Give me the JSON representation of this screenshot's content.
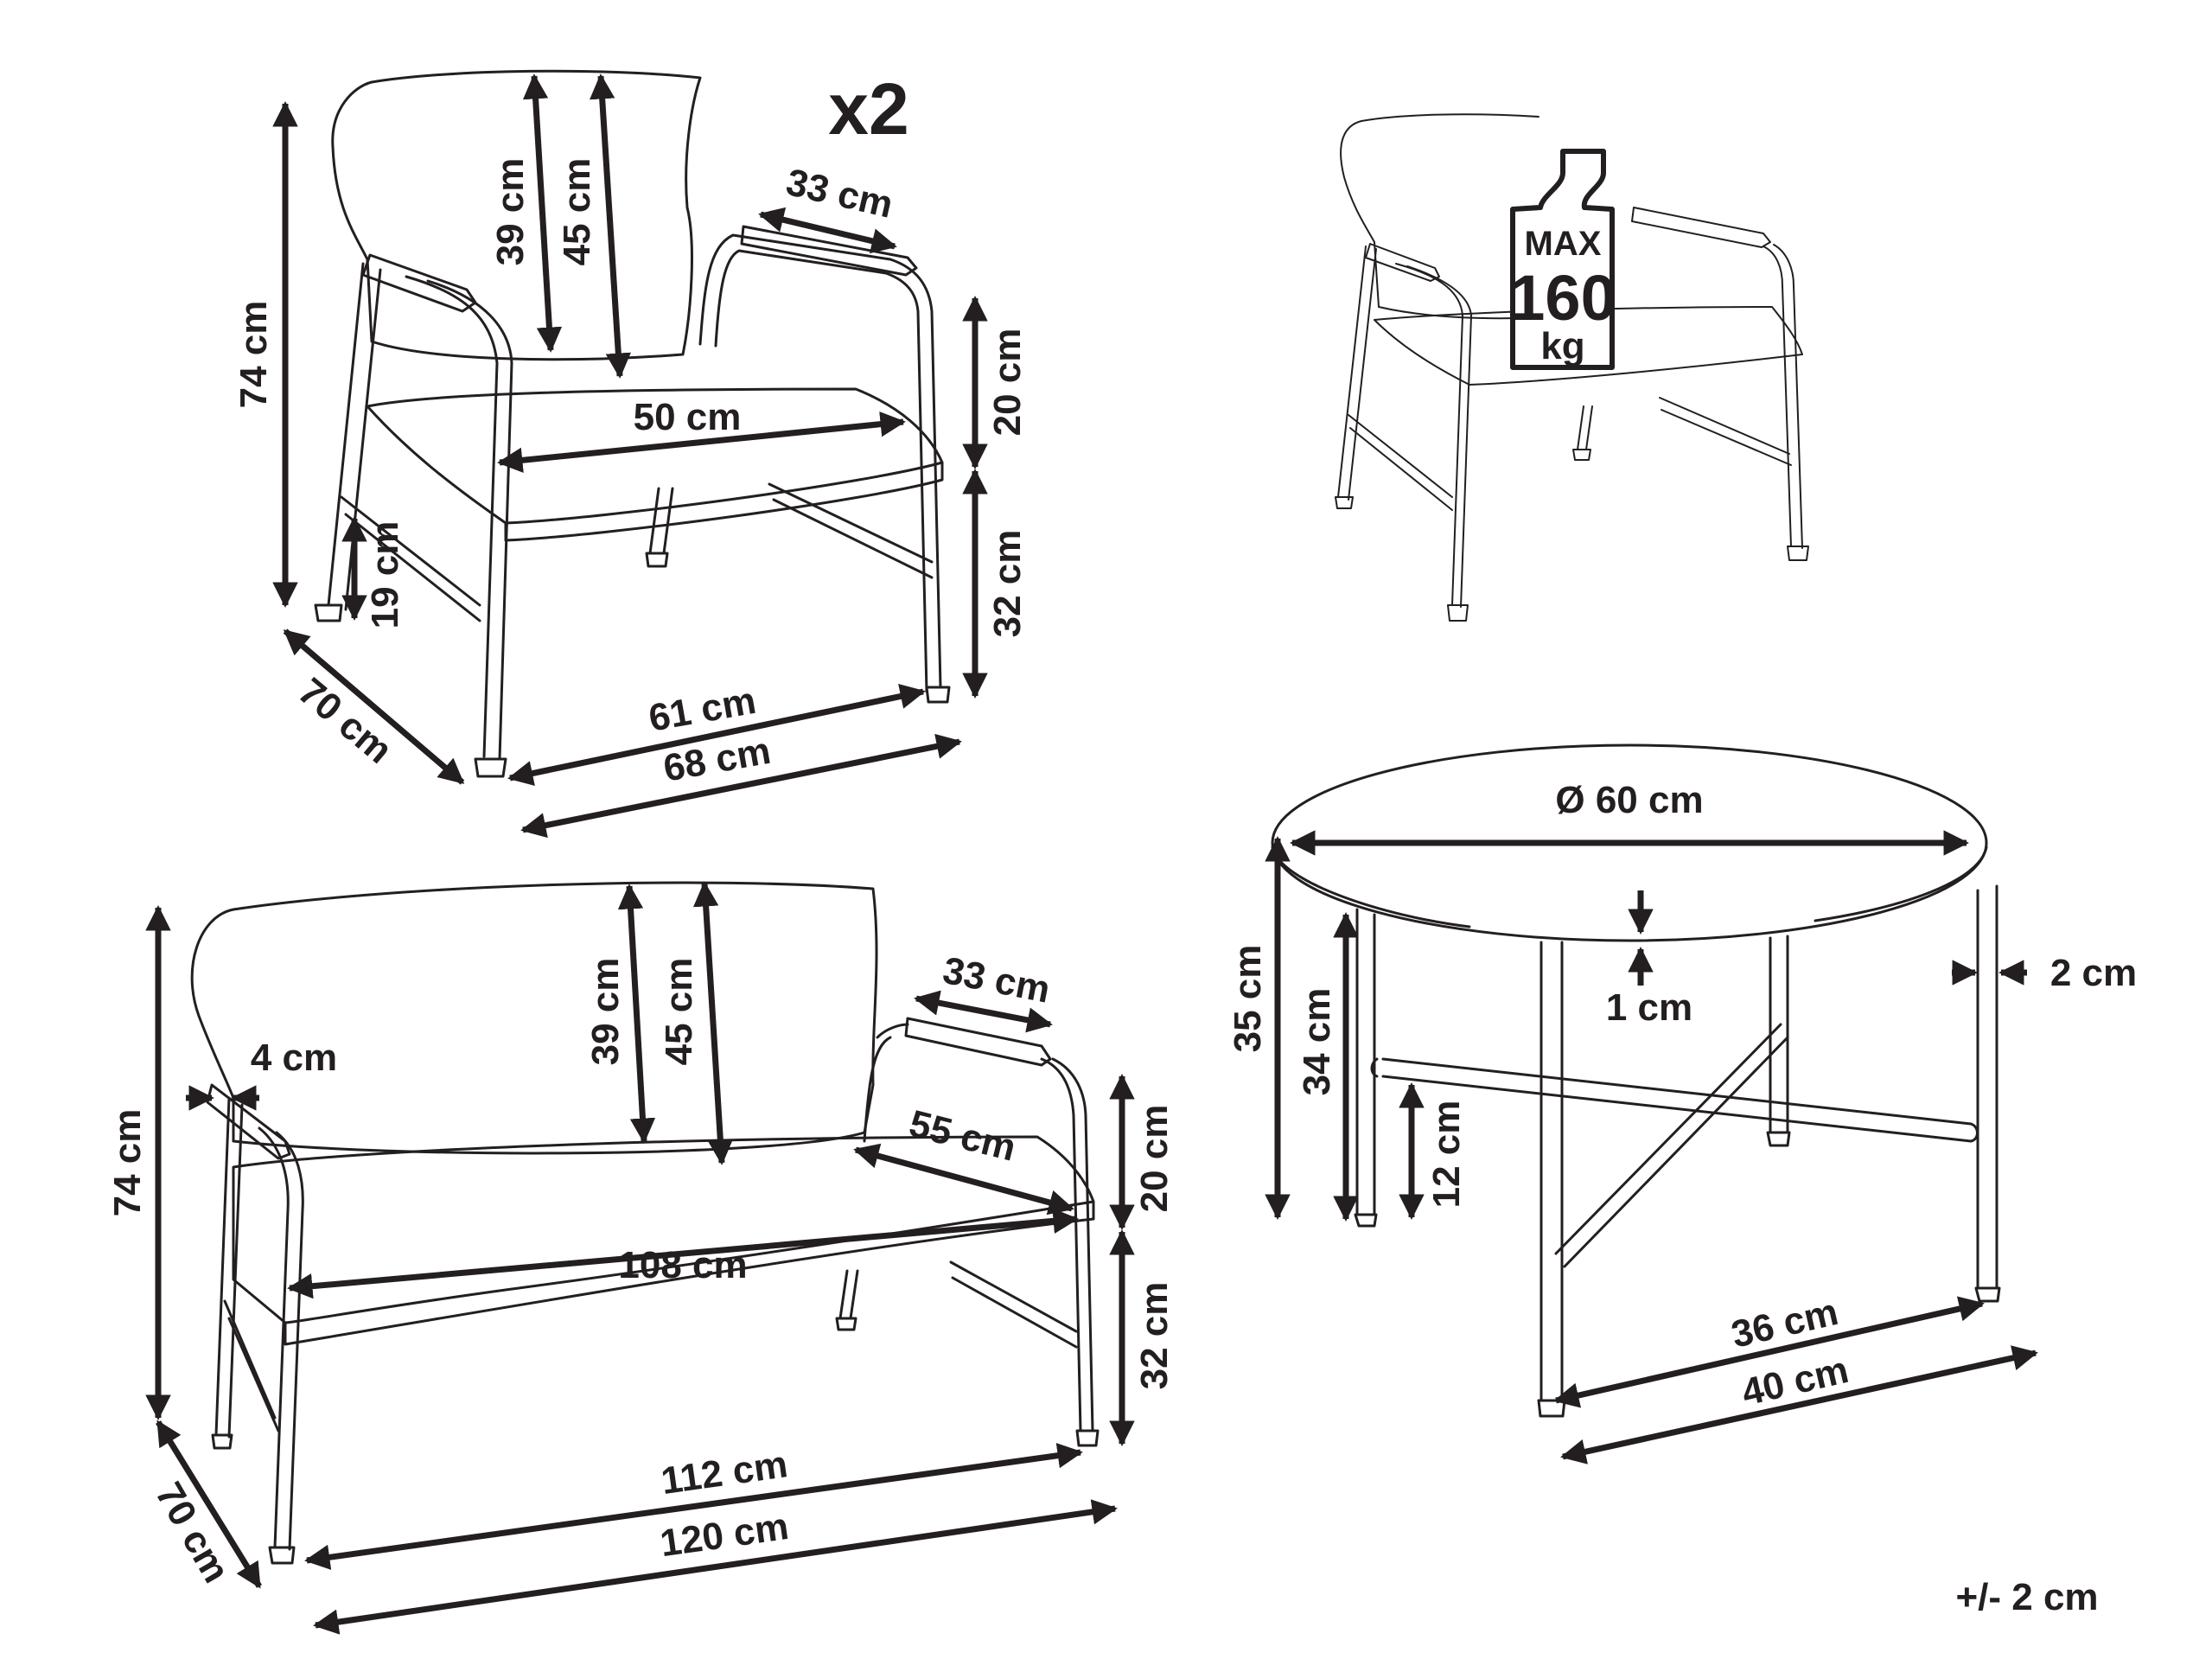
{
  "colors": {
    "ink": "#231f20",
    "background": "#ffffff"
  },
  "armchair": {
    "quantity": "x2",
    "height_total": "74 cm",
    "backrest_height_front": "39 cm",
    "backrest_height_back": "45 cm",
    "armrest_length": "33 cm",
    "seat_width": "50 cm",
    "arm_height": "20 cm",
    "seat_height": "32 cm",
    "crossbar_height": "19 cm",
    "depth": "70 cm",
    "inner_width": "61 cm",
    "outer_width": "68 cm"
  },
  "load_badge": {
    "label": "MAX",
    "value": "160",
    "unit": "kg"
  },
  "sofa": {
    "height_total": "74 cm",
    "armrest_thickness": "4 cm",
    "backrest_height_front": "39 cm",
    "backrest_height_back": "45 cm",
    "armrest_length": "33 cm",
    "seat_depth": "55 cm",
    "arm_height": "20 cm",
    "seat_height": "32 cm",
    "seat_width": "108 cm",
    "depth": "70 cm",
    "inner_width": "112 cm",
    "outer_width": "120 cm"
  },
  "table": {
    "diameter": "Ø 60 cm",
    "height_total": "35 cm",
    "leg_height": "34 cm",
    "top_thickness": "1 cm",
    "leg_diameter": "2 cm",
    "crossbar_height": "12 cm",
    "inner_span": "36 cm",
    "outer_span": "40 cm"
  },
  "tolerance": "+/- 2 cm"
}
